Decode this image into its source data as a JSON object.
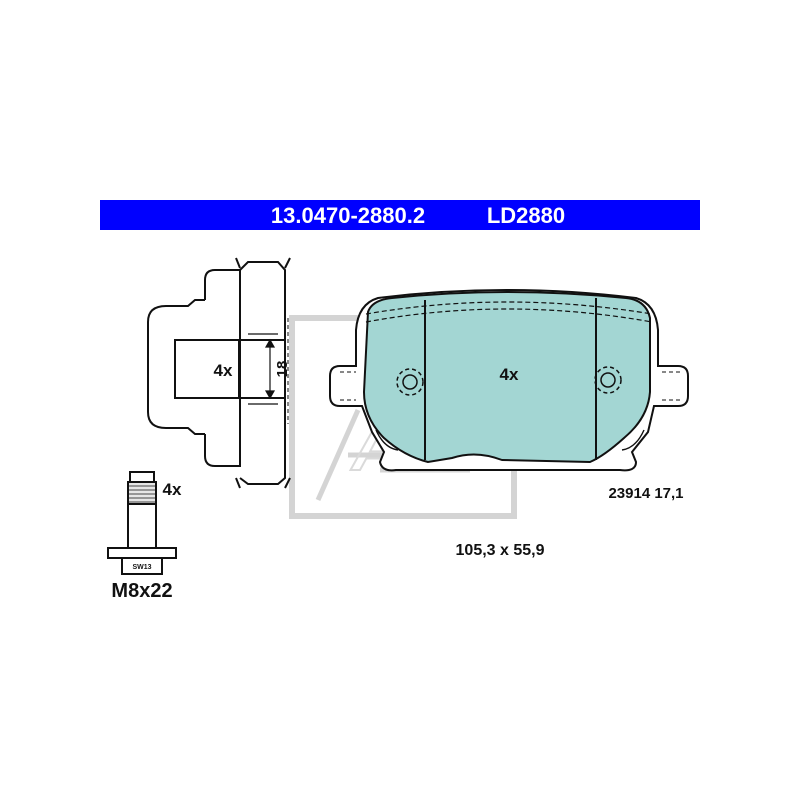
{
  "header": {
    "part_number": "13.0470-2880.2",
    "code": "LD2880",
    "background_color": "#0000ff",
    "text_color": "#ffffff"
  },
  "clip": {
    "quantity": "4x",
    "dimension": "18"
  },
  "bolt": {
    "quantity": "4x",
    "wrench_size": "SW13",
    "thread": "M8x22"
  },
  "pad": {
    "quantity": "4x",
    "number_and_thickness": "23914 17,1",
    "dimensions": "105,3 x 55,9",
    "fill_color": "#a3d6d3"
  },
  "watermark": {
    "text": "Ate"
  }
}
